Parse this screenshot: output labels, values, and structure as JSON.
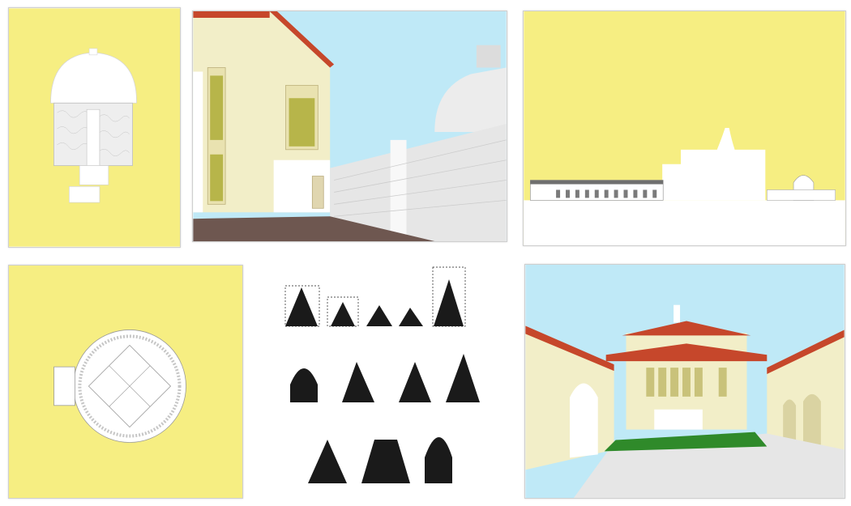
{
  "colors": {
    "sheet_yellow": "#f6ee82",
    "sky_blue": "#bfe9f7",
    "wall_cream": "#f2eec8",
    "roof_red": "#c6472b",
    "lawn_green": "#2f8a2a",
    "paving_brown": "#6e5750",
    "ink_black": "#1a1a1a"
  },
  "panels": [
    {
      "id": "dome-elevation-drawing",
      "kind": "elevation on yellow sheet"
    },
    {
      "id": "courtyard-perspective-render",
      "kind": "3d render"
    },
    {
      "id": "site-section-drawing",
      "kind": "section on yellow sheet"
    },
    {
      "id": "dome-plan-drawing",
      "kind": "plan on yellow sheet"
    },
    {
      "id": "stupa-sketches",
      "kind": "ink sketches"
    },
    {
      "id": "temple-courtyard-render",
      "kind": "3d render"
    }
  ]
}
